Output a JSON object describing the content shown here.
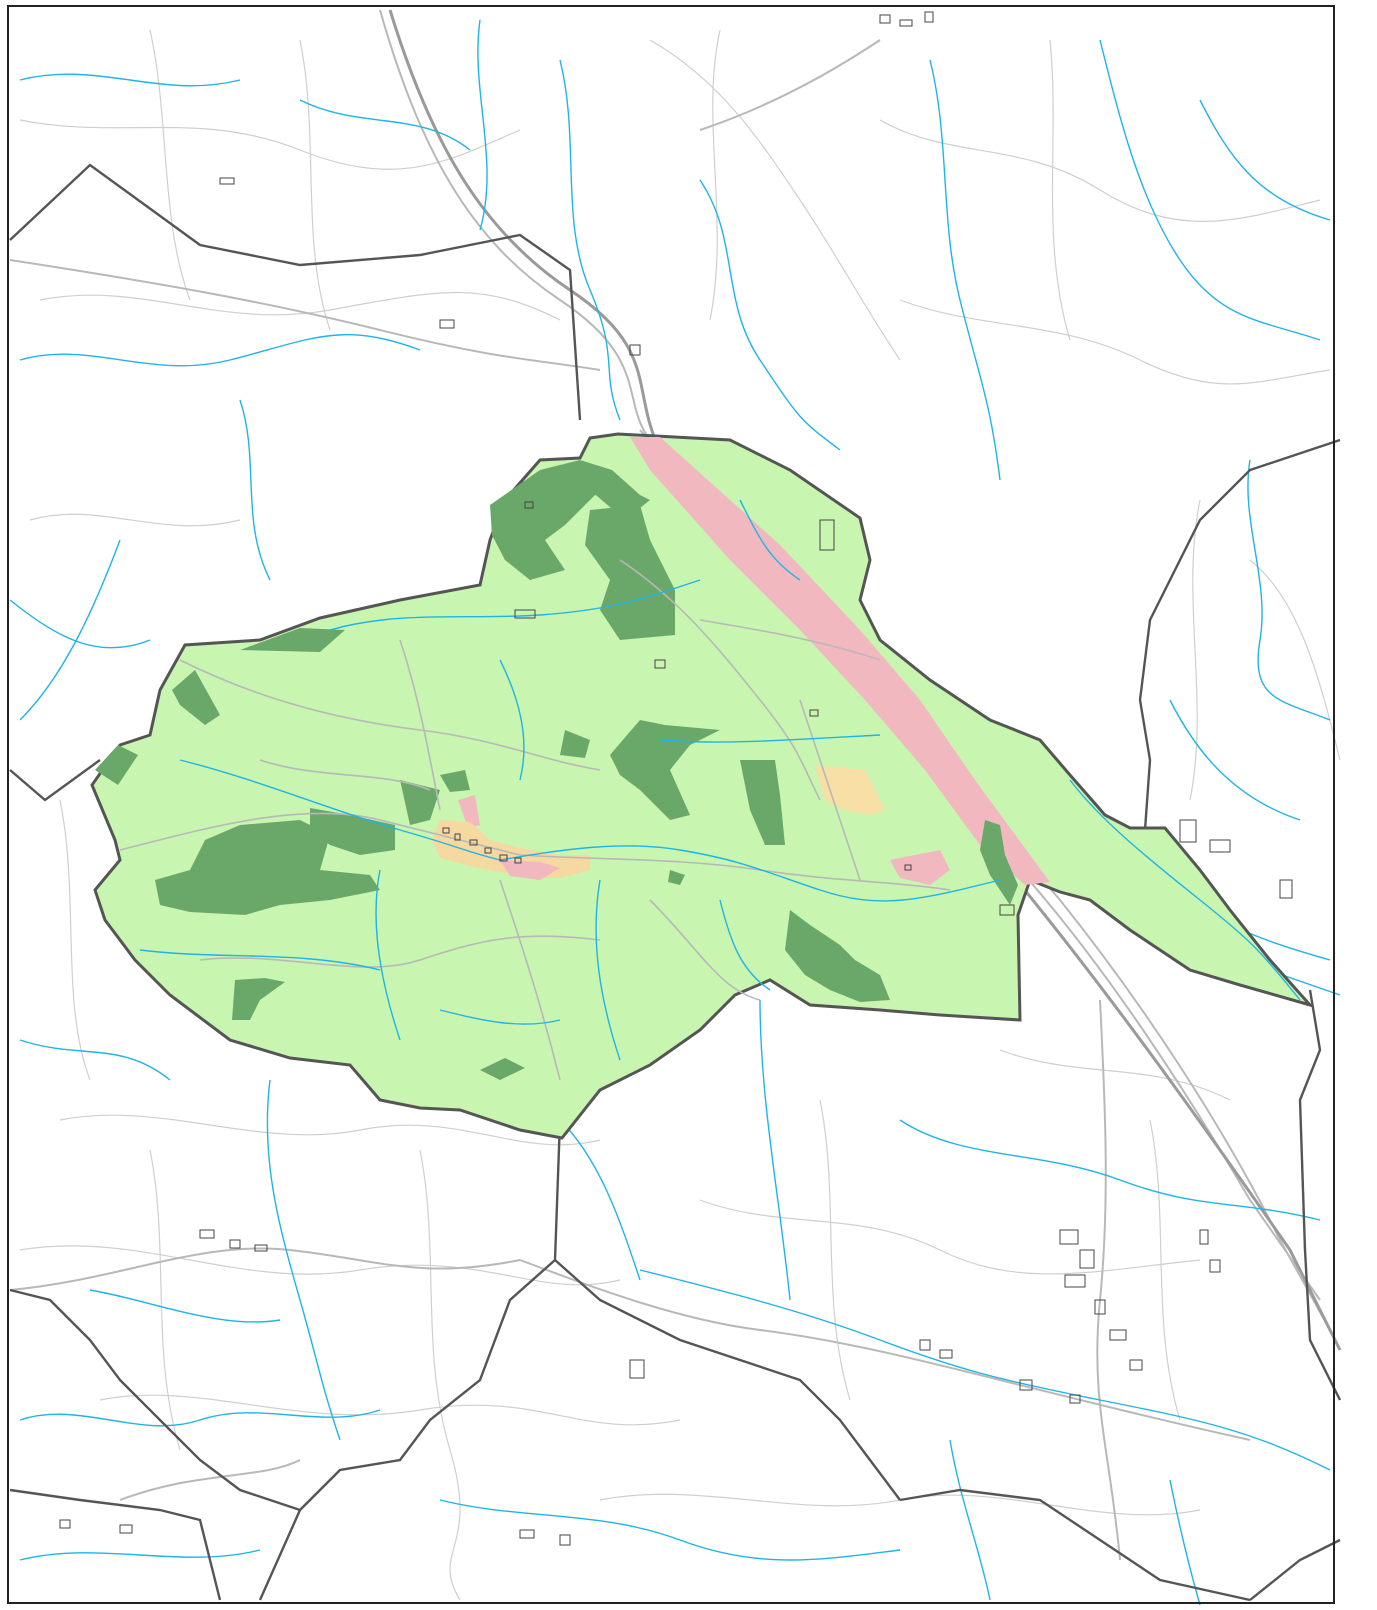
{
  "map": {
    "colors": {
      "background": "#ffffff",
      "frame": "#222222",
      "boundary": "#555555",
      "road": "#b8b8b8",
      "road_minor": "#cfcfcf",
      "water": "#1fb4e6",
      "study_area": "#c8f5b0",
      "forest": "#6aa86a",
      "urban": "#f2b8c0",
      "built": "#f5d9a0",
      "agricultural": "#f7dfa5",
      "building_outline": "#444444"
    },
    "layers": [
      "municipal-boundaries",
      "rivers",
      "roads",
      "railway",
      "land-use-study-area",
      "buildings"
    ]
  }
}
